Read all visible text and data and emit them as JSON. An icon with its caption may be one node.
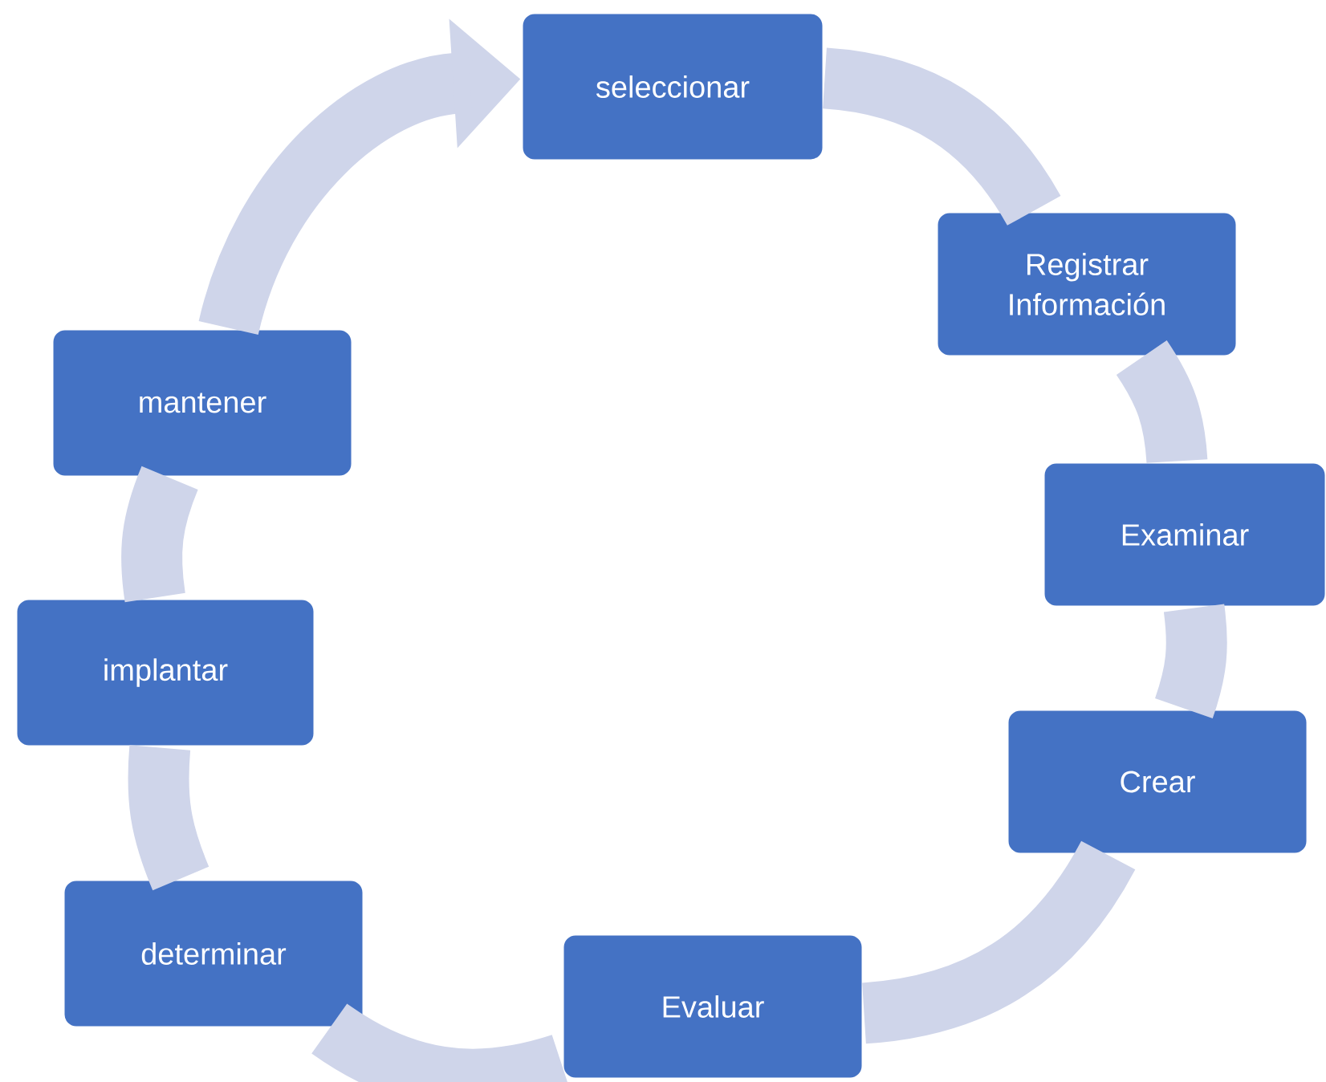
{
  "diagram": {
    "nodes": [
      {
        "text": [
          "seleccionar"
        ]
      },
      {
        "text": [
          "Registrar Información"
        ]
      },
      {
        "text": [
          "Examinar"
        ]
      },
      {
        "text": [
          "Crear"
        ]
      },
      {
        "text": [
          "Evaluar"
        ]
      },
      {
        "text": [
          "determinar"
        ]
      },
      {
        "text": [
          "implantar"
        ]
      },
      {
        "text": [
          "mantener"
        ]
      }
    ],
    "edges": [
      {
        "from": 0,
        "to": 1,
        "arrow": "none"
      },
      {
        "from": 1,
        "to": 2,
        "arrow": "none"
      },
      {
        "from": 2,
        "to": 3,
        "arrow": "none"
      },
      {
        "from": 3,
        "to": 4,
        "arrow": "none"
      },
      {
        "from": 4,
        "to": 5,
        "arrow": "none"
      },
      {
        "from": 5,
        "to": 6,
        "arrow": "none"
      },
      {
        "from": 6,
        "to": 7,
        "arrow": "none"
      },
      {
        "from": 7,
        "to": 0,
        "arrow": "to"
      }
    ]
  }
}
